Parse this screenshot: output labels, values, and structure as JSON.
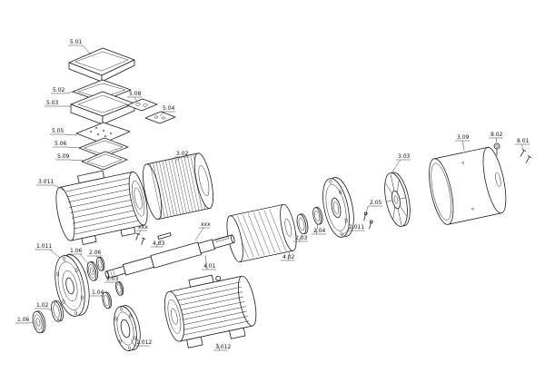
{
  "diagram": {
    "type": "exploded-view-technical-drawing",
    "subject": "Electric motor exploded parts diagram",
    "background": "#ffffff",
    "line_color": "#1d1d1d",
    "labels": {
      "l5_01": "5.01",
      "l5_02": "5.02",
      "l5_03": "5.03",
      "l5_04": "5.04",
      "l5_05": "5.05",
      "l5_06": "5.06",
      "l5_08": "5.08",
      "l5_09": "5.09",
      "l3_011": "3.011",
      "l3_02": "3.02",
      "l3_03": "3.03",
      "l3_09": "3.09",
      "l3_012": "3.012",
      "l8_01": "8.01",
      "l8_02": "8.02",
      "l2_03": "2.03",
      "l2_04": "2.04",
      "l2_05": "2.05",
      "l2_06": "2.06",
      "l2_011": "2.011",
      "l4_01": "4.01",
      "l4_02": "4.02",
      "l4_03": "4.03",
      "l1_011": "1.011",
      "l1_02": "1.02",
      "l1_03": "1.03",
      "l1_04": "1.04",
      "l1_06a": "1.06",
      "l1_06b": "1.06",
      "l1_012": "1.012",
      "lxxx1": "xxx",
      "lxxx2": "xxx"
    }
  }
}
